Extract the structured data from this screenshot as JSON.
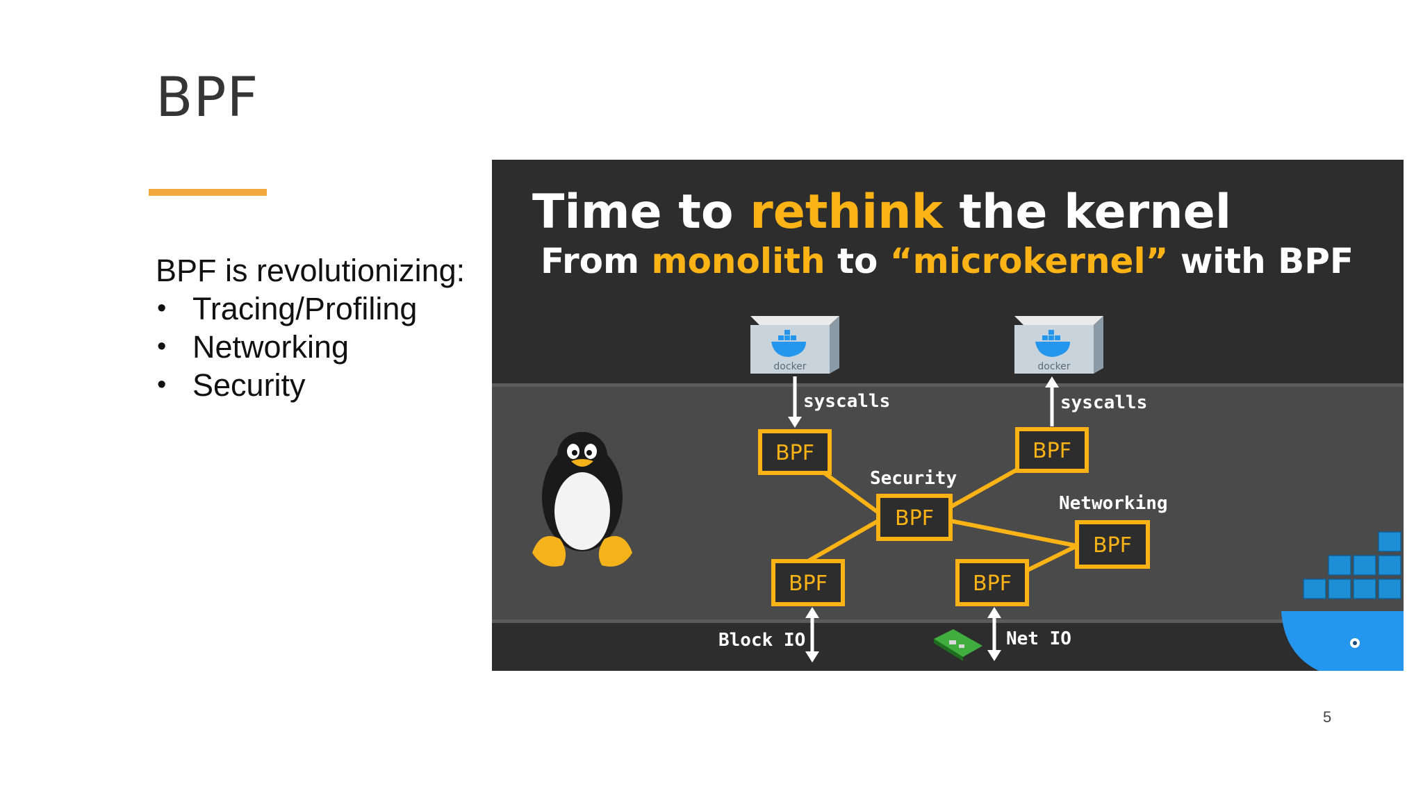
{
  "slide": {
    "title": "BPF",
    "intro": "BPF is revolutionizing:",
    "bullets": [
      "Tracing/Profiling",
      "Networking",
      "Security"
    ],
    "page_number": "5",
    "accent_color": "#f2a93b"
  },
  "screenshot": {
    "heading": {
      "prefix": "Time to ",
      "highlight": "rethink",
      "suffix": " the kernel"
    },
    "subheading": {
      "part1": "From ",
      "highlight1": "monolith",
      "part2": " to ",
      "highlight2": "“microkernel”",
      "part3": " with BPF"
    },
    "container_label": "docker",
    "syscalls_left": "syscalls",
    "syscalls_right": "syscalls",
    "bpf_label": "BPF",
    "security_label": "Security",
    "networking_label": "Networking",
    "block_io_label": "Block IO",
    "net_io_label": "Net IO",
    "colors": {
      "highlight": "#fcb316",
      "background": "#2d2d2d",
      "kernel_band": "#4a4a4a",
      "docker_blue": "#2496ed"
    }
  }
}
